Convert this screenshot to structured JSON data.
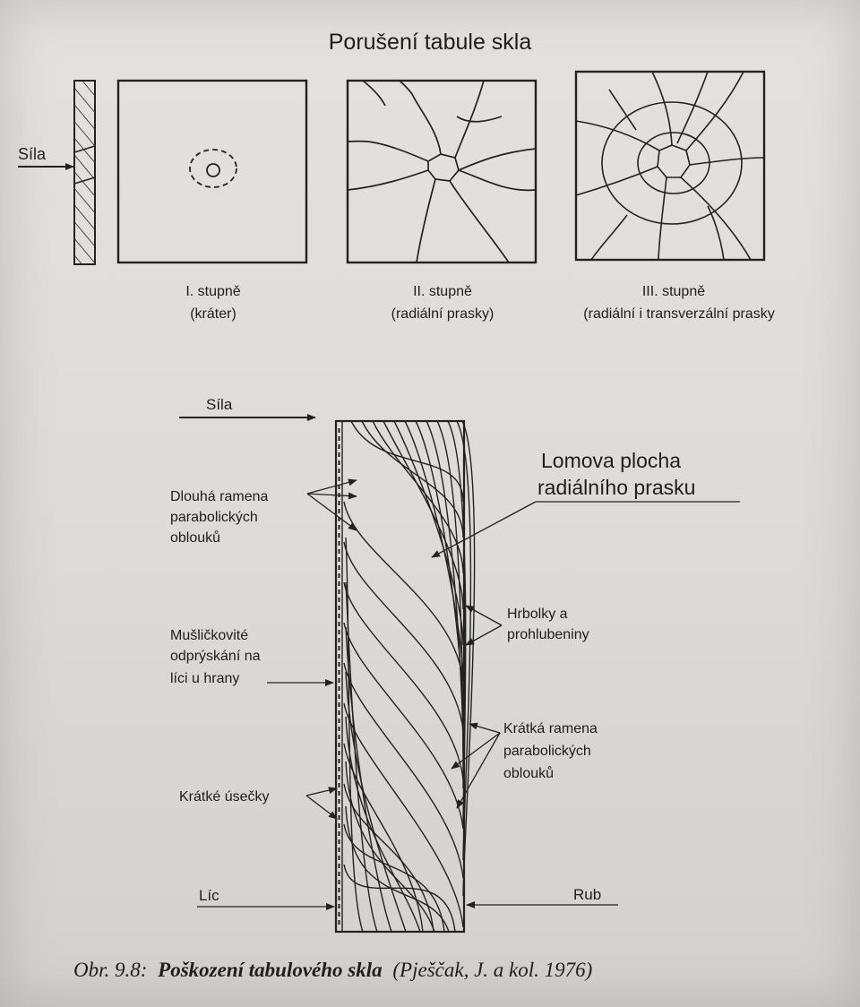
{
  "title": "Porušení tabule skla",
  "top": {
    "force_label": "Síla",
    "panels": [
      {
        "line1": "I. stupně",
        "line2": "(kráter)"
      },
      {
        "line1": "II. stupně",
        "line2": "(radiální prasky)"
      },
      {
        "line1": "III. stupně",
        "line2": "(radiální i transverzální prasky"
      }
    ]
  },
  "bottom": {
    "force_label": "Síla",
    "fracture_label": [
      "Lomova plocha",
      "radiálního prasku"
    ],
    "long_arms": [
      "Dlouhá ramena",
      "parabolických",
      "oblouků"
    ],
    "conchoidal": [
      "Mušličkovité",
      "odprýskání na",
      "líci u hrany"
    ],
    "short_segments": "Krátké úsečky",
    "bumps": [
      "Hrbolky a",
      "prohlubeniny"
    ],
    "short_arms": [
      "Krátká ramena",
      "parabolických",
      "oblouků"
    ],
    "face": "Líc",
    "back": "Rub"
  },
  "caption": {
    "prefix": "Obr. 9.8:",
    "bold": "Poškození tabulového skla",
    "source": "(Pješčak, J. a kol. 1976)"
  }
}
